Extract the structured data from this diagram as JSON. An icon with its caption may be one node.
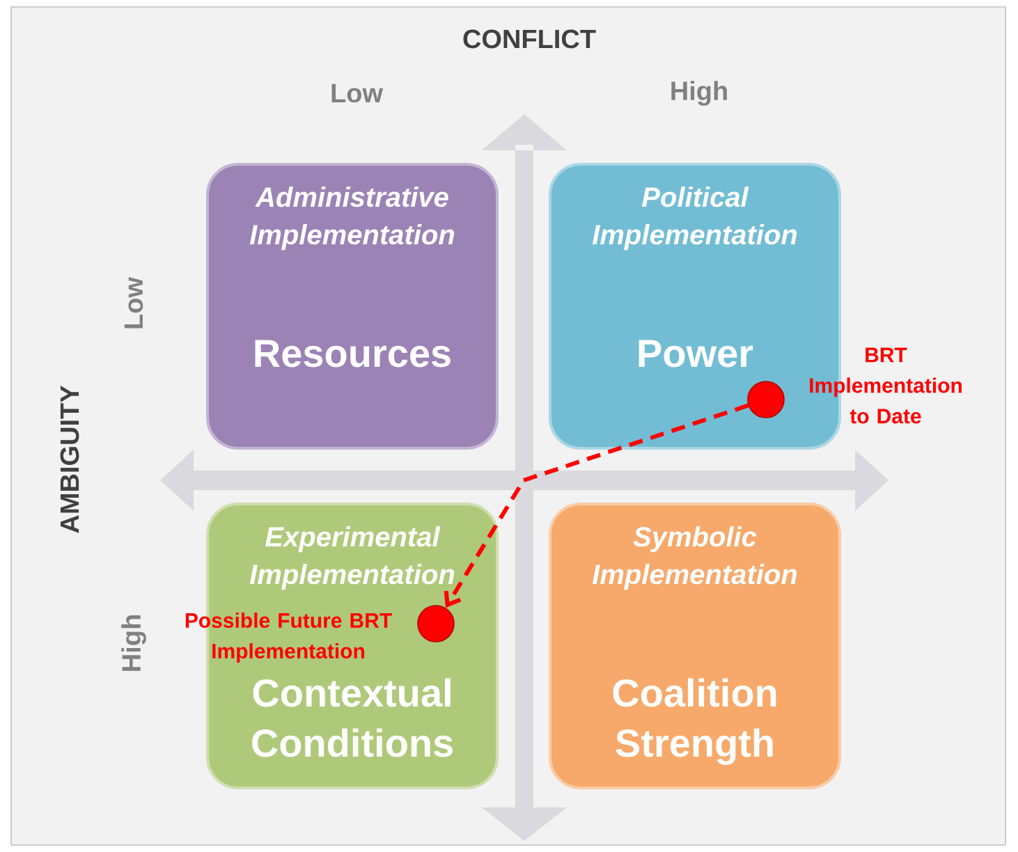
{
  "diagram": {
    "nodes": [
      {
        "text": [
          "Administrative Implementation",
          "Resources"
        ]
      },
      {
        "text": [
          "Political Implementation",
          "Power"
        ]
      },
      {
        "text": [
          "Experimental Implementation",
          "Contextual Conditions"
        ]
      },
      {
        "text": [
          "Symbolic Implementation",
          "Coalition Strength"
        ]
      },
      {
        "text": [],
        "shape": "circle",
        "in": 1,
        "beside": [
          "BRT Implementation to Date"
        ]
      },
      {
        "text": [],
        "shape": "circle",
        "in": 2,
        "beside": [
          "Possible Future BRT Implementation"
        ]
      }
    ],
    "edges": [
      {
        "from": 4,
        "to": 5,
        "arrow": "to",
        "style": "dashed",
        "color": "#ff0000"
      }
    ],
    "labels": [
      "CONFLICT",
      "Low",
      "High",
      "AMBIGUITY",
      "Low",
      "High"
    ]
  }
}
